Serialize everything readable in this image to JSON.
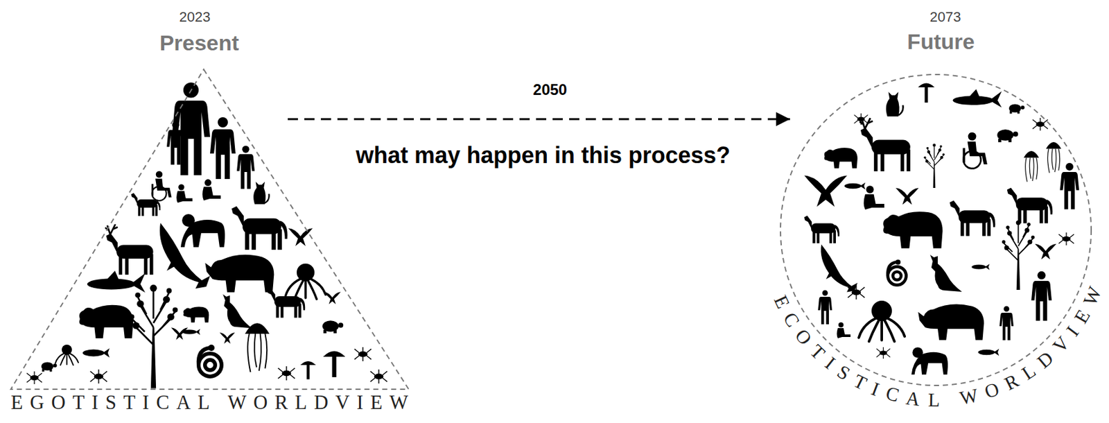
{
  "diagram": {
    "nodes": [
      {
        "text": [
          "2023",
          "Present",
          "EGOTISTICAL WORLDVIEW"
        ]
      },
      {
        "text": [
          "2073",
          "Future",
          "ECOTISTICAL WORLDVIEW"
        ]
      }
    ],
    "edges": [
      {
        "from": 0,
        "to": 1,
        "arrow": "to",
        "label": "2050"
      }
    ],
    "labels": [
      "what may happen in this process?"
    ]
  }
}
